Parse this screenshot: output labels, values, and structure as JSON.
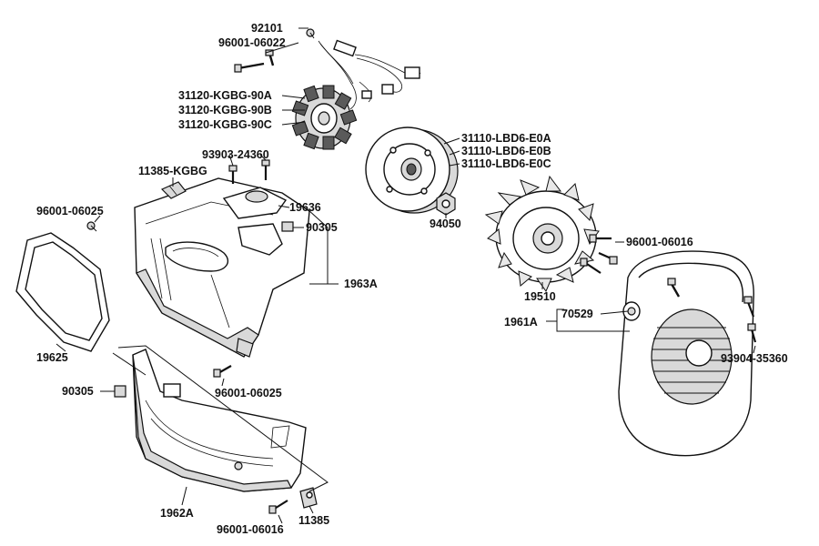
{
  "labels": {
    "p92101": "92101",
    "p96001_06022": "96001-06022",
    "p31120_a": "31120-KGBG-90A",
    "p31120_b": "31120-KGBG-90B",
    "p31120_c": "31120-KGBG-90C",
    "p31110_a": "31110-LBD6-E0A",
    "p31110_b": "31110-LBD6-E0B",
    "p31110_c": "31110-LBD6-E0C",
    "p93903_24360": "93903-24360",
    "p11385_kgbg": "11385-KGBG",
    "p96001_06025_left": "96001-06025",
    "p19636": "19636",
    "p90305_top": "90305",
    "p94050": "94050",
    "p96001_06016_right": "96001-06016",
    "p1963a": "1963A",
    "p19510": "19510",
    "p70529": "70529",
    "p1961a": "1961A",
    "p19625": "19625",
    "p93904_35360": "93904-35360",
    "p90305_bottom": "90305",
    "p96001_06025_mid": "96001-06025",
    "p1962a": "1962A",
    "p96001_06016_bottom": "96001-06016",
    "p11385": "11385"
  }
}
